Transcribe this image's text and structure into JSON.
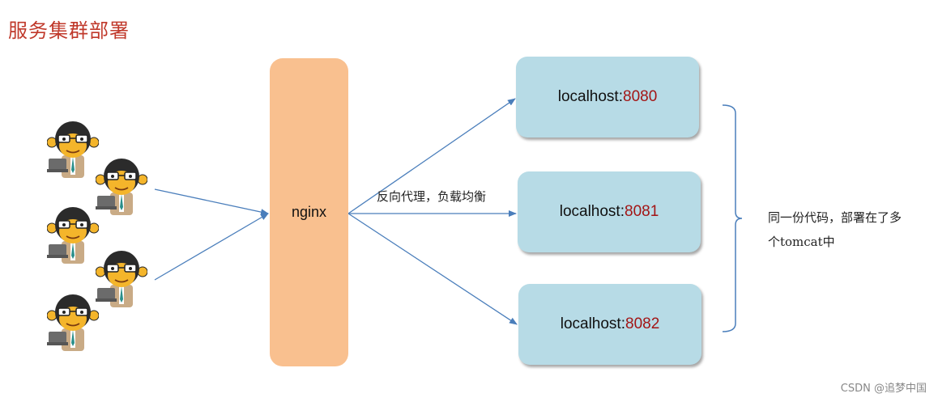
{
  "title": "服务集群部署",
  "nginx": {
    "label": "nginx"
  },
  "edge_label": "反向代理，负载均衡",
  "servers": [
    {
      "host": "localhost:",
      "port": "8080"
    },
    {
      "host": "localhost:",
      "port": "8081"
    },
    {
      "host": "localhost:",
      "port": "8082"
    }
  ],
  "note": {
    "line1": "同一份代码，部署在了多",
    "line2": "个tomcat中"
  },
  "watermark": "CSDN @追梦中国",
  "colors": {
    "title": "#c0392b",
    "nginx_fill": "#f9c08f",
    "server_fill": "#b7dbe6",
    "port_text": "#a31515",
    "arrow": "#4a7ebb"
  },
  "icons": {
    "client": "monkey-developer-with-laptop-icon"
  }
}
